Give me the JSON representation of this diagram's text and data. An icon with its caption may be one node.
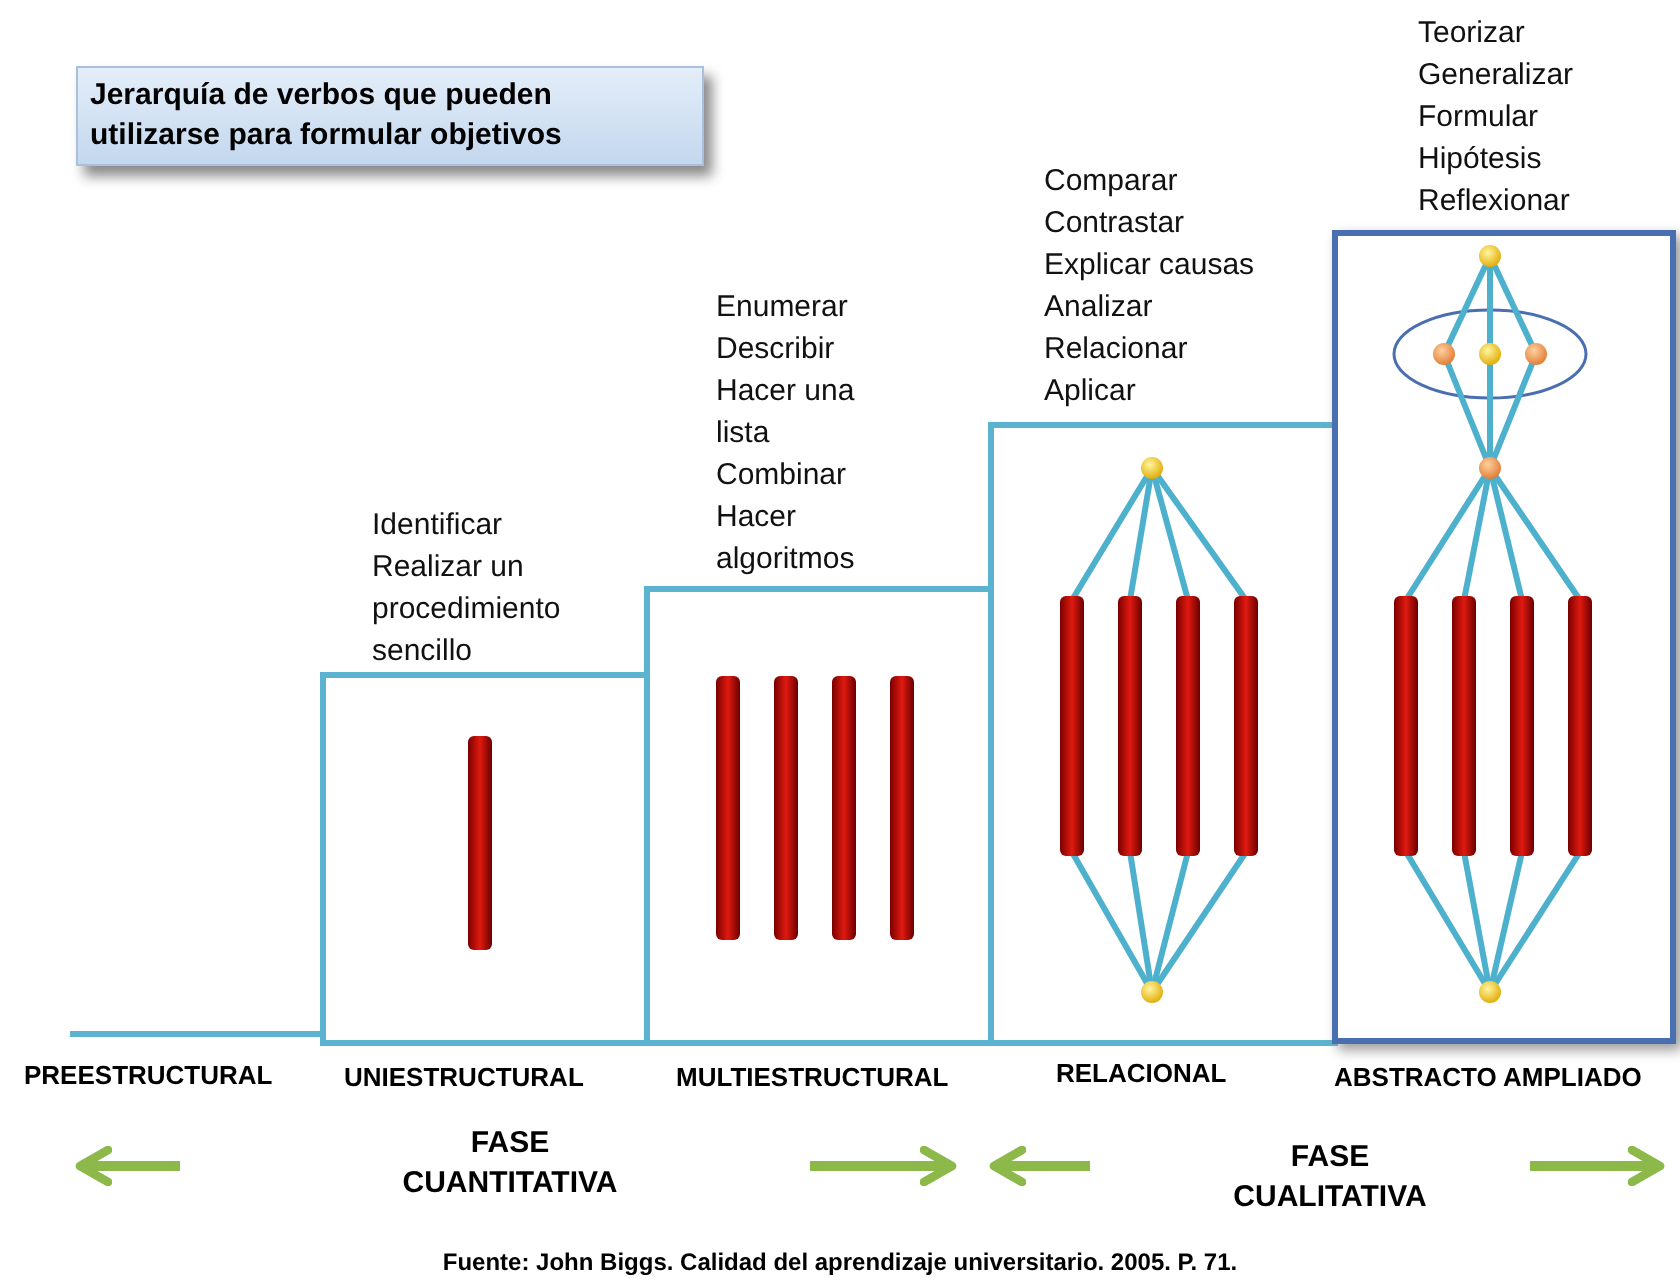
{
  "diagram": {
    "title": "Jerarquía de verbos que pueden utilizarse para formular objetivos",
    "caption": "Fuente: John Biggs. Calidad del aprendizaje universitario. 2005. P. 71.",
    "nodes": [
      {
        "text": [
          "UNIESTRUCTURAL"
        ],
        "beside": [
          "Identificar",
          "Realizar un procedimiento sencillo"
        ]
      },
      {
        "text": [
          "MULTIESTRUCTURAL"
        ],
        "beside": [
          "Enumerar",
          "Describir",
          "Hacer una lista",
          "Combinar",
          "Hacer algoritmos"
        ]
      },
      {
        "text": [
          "RELACIONAL"
        ],
        "beside": [
          "Comparar",
          "Contrastar",
          "Explicar causas",
          "Analizar",
          "Relacionar",
          "Aplicar"
        ]
      },
      {
        "text": [
          "ABSTRACTO AMPLIADO"
        ],
        "beside": [
          "Teorizar",
          "Generalizar",
          "Formular",
          "Hipótesis",
          "Reflexionar"
        ]
      }
    ],
    "labels": [
      "PREESTRUCTURAL",
      "FASE CUANTITATIVA",
      "FASE CUALITATIVA"
    ]
  }
}
